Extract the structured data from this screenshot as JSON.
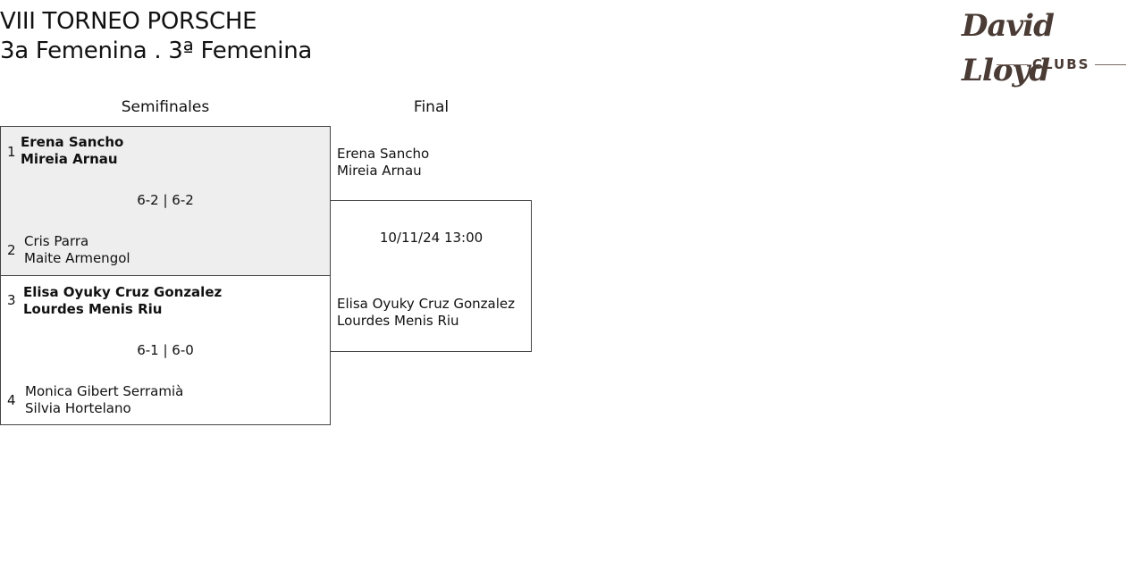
{
  "header": {
    "title_line1": "VIII TORNEO PORSCHE",
    "title_line2": "3a Femenina . 3ª Femenina"
  },
  "logo": {
    "wordmark": "David Lloyd",
    "sub": "CLUBS",
    "color": "#4a3b35"
  },
  "rounds": {
    "semifinals_label": "Semifinales",
    "final_label": "Final"
  },
  "semifinals": [
    {
      "top": {
        "seed": "1",
        "player1": "Erena Sancho",
        "player2": "Mireia Arnau"
      },
      "score": "6-2 | 6-2",
      "bottom": {
        "seed": "2",
        "player1": "Cris Parra",
        "player2": "Maite Armengol"
      }
    },
    {
      "top": {
        "seed": "3",
        "player1": "Elisa Oyuky Cruz Gonzalez",
        "player2": "Lourdes Menis Riu"
      },
      "score": "6-1 | 6-0",
      "bottom": {
        "seed": "4",
        "player1": "Monica Gibert Serramià",
        "player2": "Silvia Hortelano"
      }
    }
  ],
  "final": {
    "top": {
      "player1": "Erena Sancho",
      "player2": "Mireia Arnau"
    },
    "datetime": "10/11/24 13:00",
    "bottom": {
      "player1": "Elisa Oyuky Cruz Gonzalez",
      "player2": "Lourdes Menis Riu"
    }
  },
  "colors": {
    "winner_match_bg": "#eeeeee",
    "border": "#444444"
  }
}
